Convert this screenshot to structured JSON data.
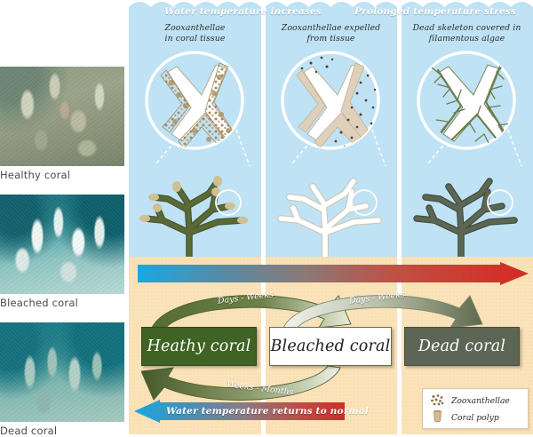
{
  "photos": [
    {
      "caption": "Healthy coral",
      "variant": "ph-healthy"
    },
    {
      "caption": "Bleached coral",
      "variant": "ph-bleached"
    },
    {
      "caption": "Dead coral",
      "variant": "ph-dead"
    }
  ],
  "columns": [
    {
      "title_line1": "Zooxanthellae",
      "title_line2": "in coral tissue"
    },
    {
      "title_line1": "Zooxanthellae expelled",
      "title_line2": "from tissue"
    },
    {
      "title_line1": "Dead skeleton covered in",
      "title_line2": "filamentous algae"
    }
  ],
  "temperature": {
    "forward_label_1": "Water temperature increases",
    "forward_label_2": "Prolonged temperature stress",
    "return_label": "Water temperature returns to normal"
  },
  "states": {
    "healthy": "Heathy coral",
    "bleached": "Bleached coral",
    "dead": "Dead coral"
  },
  "transitions": {
    "healthy_to_bleached": "Days - Weeks",
    "bleached_to_dead": "Days - Weeks",
    "bleached_to_healthy": "Weeks - Months"
  },
  "legend": {
    "zooxanthellae": "Zooxanthellae",
    "coral_polyp": "Coral polyp"
  },
  "colors": {
    "water": "#bfe2f4",
    "sand": "#fae3ba",
    "healthy_green": "#3f6324",
    "dead_grey_green": "#5d6655",
    "cold_blue": "#1ba7e0",
    "hot_red": "#d42a22",
    "polyp_tan": "#d9bd93",
    "algae_olive": "#6f7d4e"
  }
}
